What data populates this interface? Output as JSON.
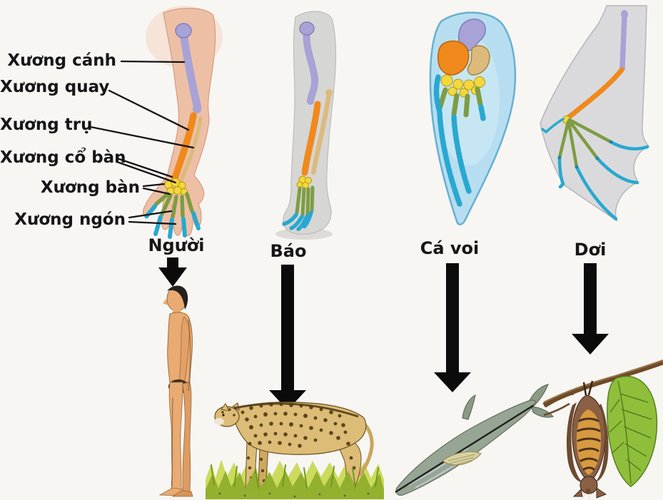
{
  "bone_labels": [
    {
      "label": "Xương cánh"
    },
    {
      "label": "Xương quay"
    },
    {
      "label": "Xương trụ"
    },
    {
      "label": "Xương cổ bàn"
    },
    {
      "label": "Xương bàn"
    },
    {
      "label": "Xương ngón"
    }
  ],
  "animals": [
    {
      "name": "Người"
    },
    {
      "name": "Báo"
    },
    {
      "name": "Cá voi"
    },
    {
      "name": "Dơi"
    }
  ],
  "colors": {
    "humerus": "#a8a2d6",
    "radius": "#f0891c",
    "ulna": "#dcba7c",
    "carpals": "#f2d83c",
    "metacarpals": "#7e9c42",
    "phalanges": "#28a8d0",
    "arrow": "#0b0b0b",
    "label_text": "#161616",
    "background": "#f7f6f3"
  }
}
